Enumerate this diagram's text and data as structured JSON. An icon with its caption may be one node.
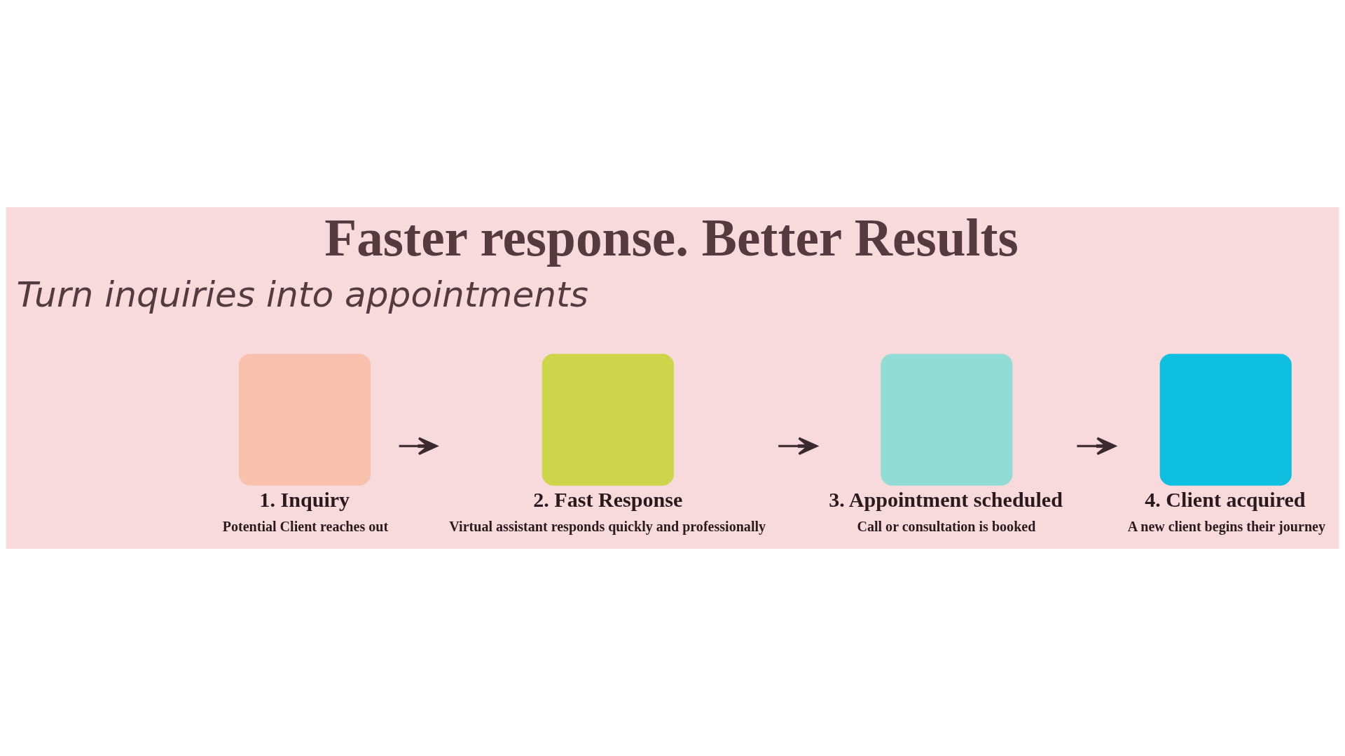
{
  "diagram": {
    "title": "Faster response. Better Results",
    "nodes": [
      {
        "text": [
          "1. Inquiry",
          "Potential Client reaches out"
        ]
      },
      {
        "text": [
          "2. Fast Response",
          "Virtual assistant responds quickly and professionally"
        ]
      },
      {
        "text": [
          "3. Appointment scheduled",
          "Call or consultation is booked"
        ]
      },
      {
        "text": [
          "4. Client acquired",
          "A new client begins their journey"
        ]
      }
    ],
    "edges": [
      {
        "from": 0,
        "to": 1,
        "arrow": "to"
      },
      {
        "from": 1,
        "to": 2,
        "arrow": "to"
      },
      {
        "from": 2,
        "to": 3,
        "arrow": "to"
      }
    ],
    "labels": [
      "Turn inquiries into appointments"
    ]
  }
}
